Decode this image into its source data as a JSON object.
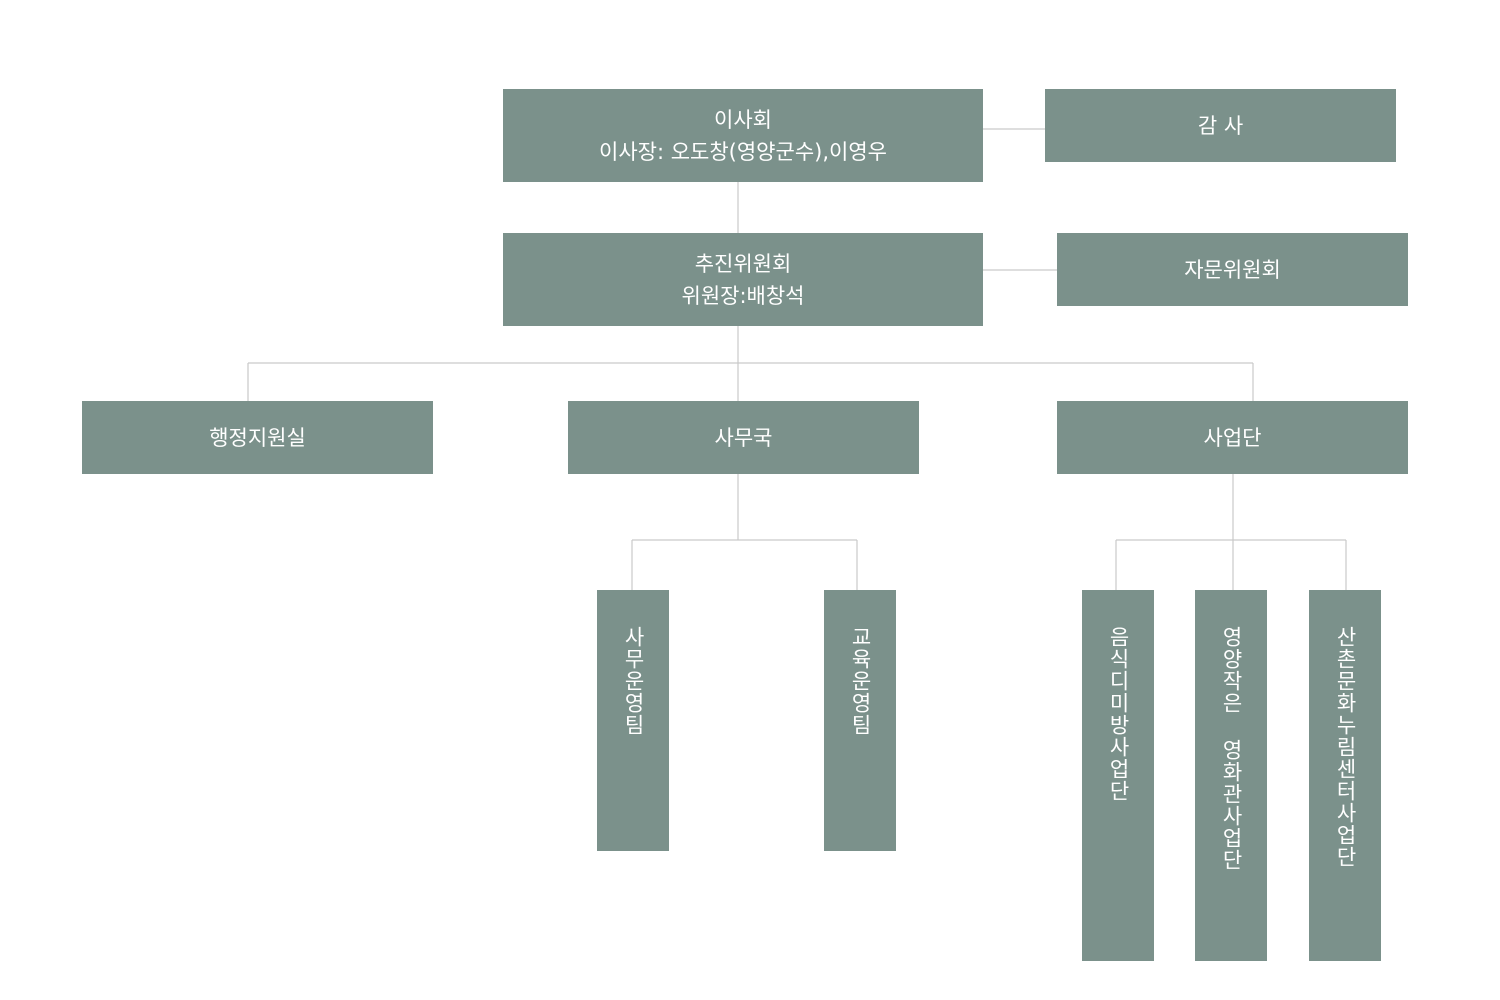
{
  "board": {
    "title": "이사회",
    "chair": "이사장: 오도창(영양군수),이영우"
  },
  "auditor": {
    "label": "감 사"
  },
  "committee": {
    "title": "추진위원회",
    "chair": "위원장:배창석"
  },
  "advisory": {
    "label": "자문위원회"
  },
  "departments": {
    "admin": "행정지원실",
    "secretariat": "사무국",
    "business": "사업단"
  },
  "teams": {
    "office_ops": "사무운영팀",
    "education_ops": "교육운영팀",
    "food_project": "음식디미방사업단",
    "cinema_project": "영양작은 영화관사업단",
    "culture_center": "산촌문화누림센터사업단"
  },
  "colors": {
    "box": "#7b918b",
    "line": "#c9c9c9",
    "text": "#ffffff"
  }
}
